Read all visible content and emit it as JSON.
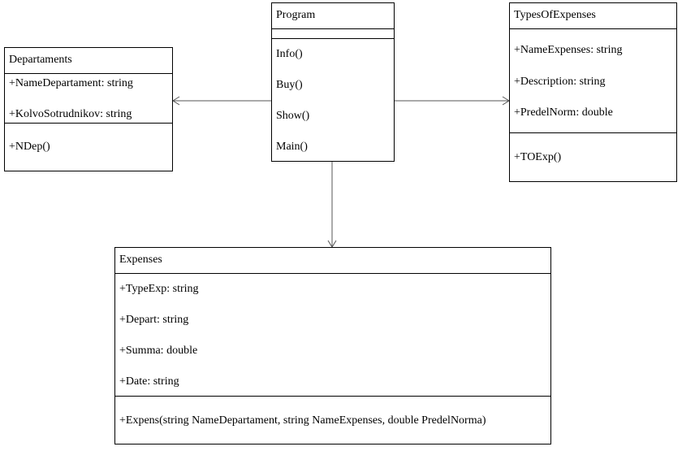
{
  "diagram": {
    "classes": {
      "program": {
        "name": "Program",
        "attributes": [],
        "methods": [
          "Info()",
          "Buy()",
          "Show()",
          "Main()"
        ]
      },
      "departaments": {
        "name": "Departaments",
        "attributes": [
          "+NameDepartament: string",
          "+KolvoSotrudnikov: string"
        ],
        "methods": [
          "+NDep()"
        ]
      },
      "types_of_expenses": {
        "name": "TypesOfExpenses",
        "attributes": [
          "+NameExpenses: string",
          "+Description: string",
          "+PredelNorm: double"
        ],
        "methods": [
          "+TOExp()"
        ]
      },
      "expenses": {
        "name": "Expenses",
        "attributes": [
          "+TypeExp: string",
          "+Depart: string",
          "+Summa: double",
          "+Date: string"
        ],
        "methods": [
          "+Expens(string NameDepartament, string NameExpenses, double PredelNorma)"
        ]
      }
    },
    "stroke_color": "#000000"
  }
}
